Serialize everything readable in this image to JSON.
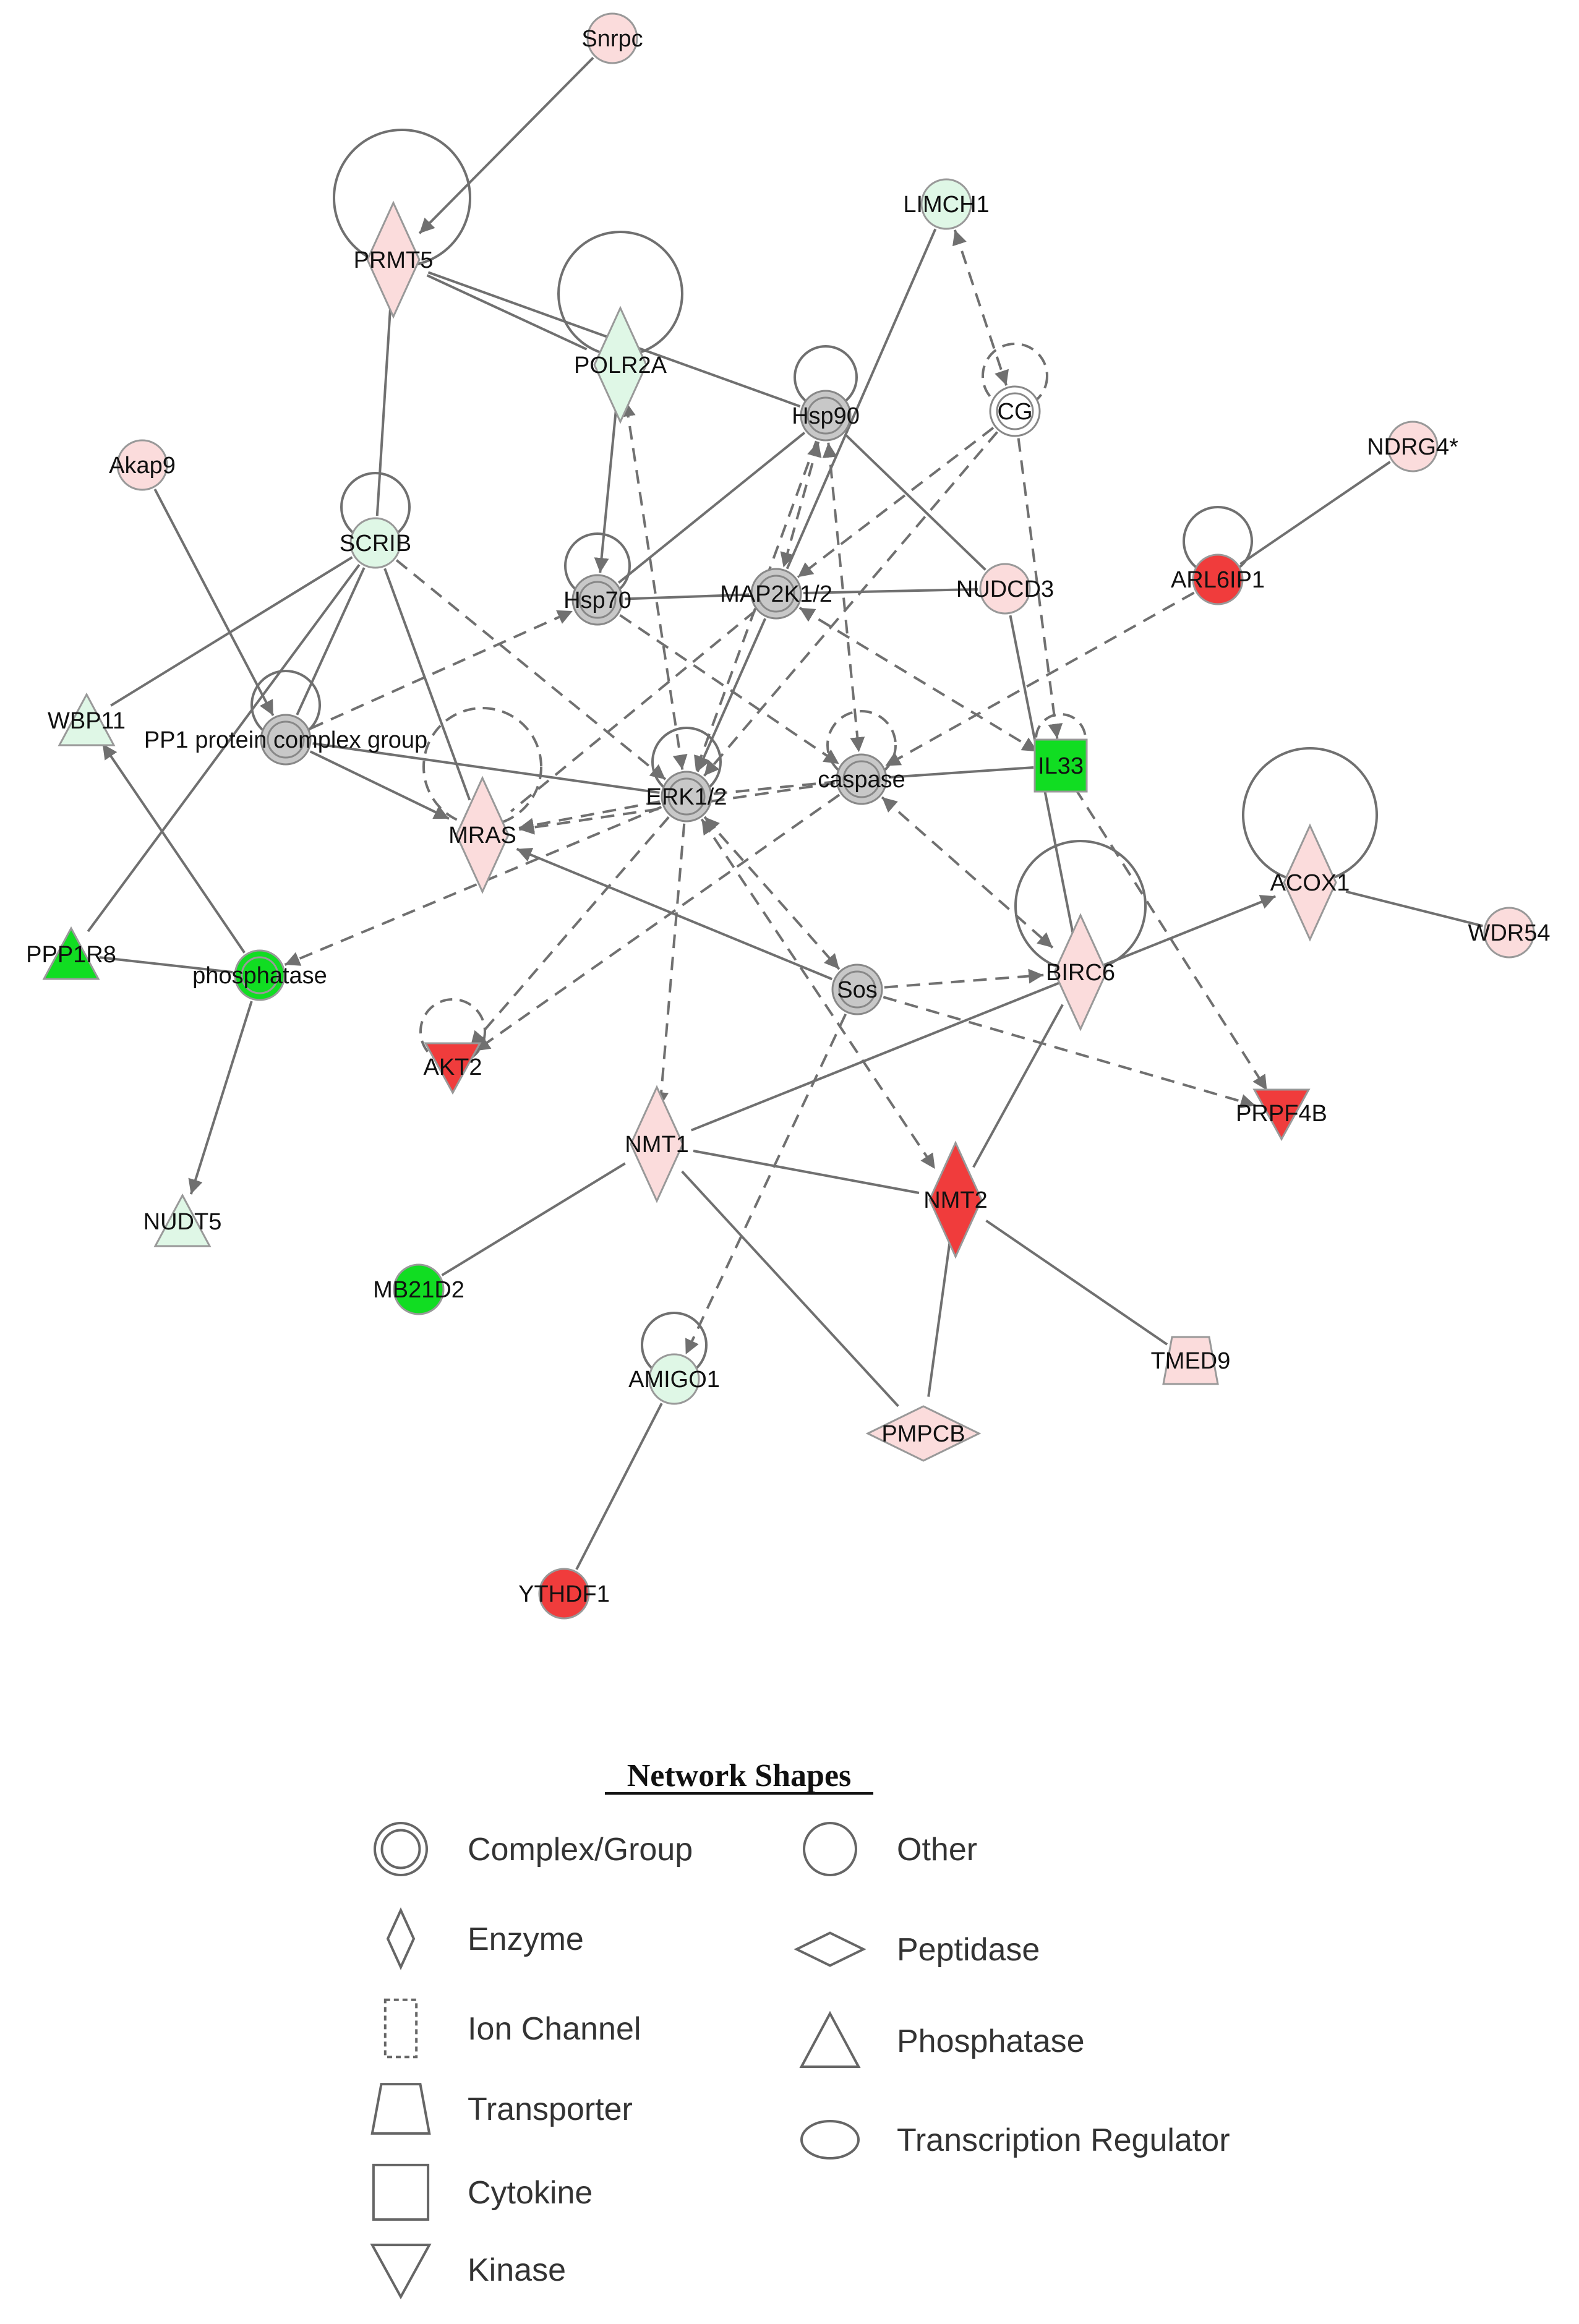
{
  "colors": {
    "red": "#f03c3c",
    "pink": "#fbdcdc",
    "light_green": "#dff7e6",
    "green": "#11dd22",
    "grey": "#c8c8c8",
    "white": "#ffffff",
    "line": "#707070"
  },
  "nodes": [
    {
      "id": "snrpc",
      "label": "Snrpc",
      "shape": "circle",
      "color": "pink"
    },
    {
      "id": "prmt5",
      "label": "PRMT5",
      "shape": "diamond",
      "color": "pink"
    },
    {
      "id": "limch1",
      "label": "LIMCH1",
      "shape": "circle",
      "color": "light_green"
    },
    {
      "id": "polr2a",
      "label": "POLR2A",
      "shape": "diamond",
      "color": "light_green"
    },
    {
      "id": "hsp90",
      "label": "Hsp90",
      "shape": "complex",
      "color": "grey"
    },
    {
      "id": "cg",
      "label": "CG",
      "shape": "complex",
      "color": "white"
    },
    {
      "id": "ndrg4",
      "label": "NDRG4*",
      "shape": "circle",
      "color": "pink"
    },
    {
      "id": "akap9",
      "label": "Akap9",
      "shape": "circle",
      "color": "pink"
    },
    {
      "id": "scrib",
      "label": "SCRIB",
      "shape": "circle",
      "color": "light_green"
    },
    {
      "id": "hsp70",
      "label": "Hsp70",
      "shape": "complex",
      "color": "grey"
    },
    {
      "id": "map2k12",
      "label": "MAP2K1/2",
      "shape": "complex",
      "color": "grey"
    },
    {
      "id": "nudcd3",
      "label": "NUDCD3",
      "shape": "circle",
      "color": "pink"
    },
    {
      "id": "arl6ip1",
      "label": "ARL6IP1",
      "shape": "circle",
      "color": "red"
    },
    {
      "id": "wbp11",
      "label": "WBP11",
      "shape": "triangle",
      "color": "light_green"
    },
    {
      "id": "pp1",
      "label": "PP1 protein complex group",
      "shape": "complex",
      "color": "grey"
    },
    {
      "id": "erk12",
      "label": "ERK1/2",
      "shape": "complex",
      "color": "grey"
    },
    {
      "id": "caspase",
      "label": "caspase",
      "shape": "complex",
      "color": "grey"
    },
    {
      "id": "il33",
      "label": "IL33",
      "shape": "square",
      "color": "green"
    },
    {
      "id": "mras",
      "label": "MRAS",
      "shape": "diamond",
      "color": "pink"
    },
    {
      "id": "acox1",
      "label": "ACOX1",
      "shape": "diamond",
      "color": "pink"
    },
    {
      "id": "wdr54",
      "label": "WDR54",
      "shape": "circle",
      "color": "pink"
    },
    {
      "id": "ppp1r8",
      "label": "PPP1R8",
      "shape": "triangle",
      "color": "green"
    },
    {
      "id": "phosphatase",
      "label": "phosphatase",
      "shape": "complex",
      "color": "green"
    },
    {
      "id": "birc6",
      "label": "BIRC6",
      "shape": "diamond",
      "color": "pink"
    },
    {
      "id": "sos",
      "label": "Sos",
      "shape": "complex",
      "color": "grey"
    },
    {
      "id": "akt2",
      "label": "AKT2",
      "shape": "invtriangle",
      "color": "red"
    },
    {
      "id": "prpf4b",
      "label": "PRPF4B",
      "shape": "invtriangle",
      "color": "red"
    },
    {
      "id": "nmt1",
      "label": "NMT1",
      "shape": "diamond",
      "color": "pink"
    },
    {
      "id": "nmt2",
      "label": "NMT2",
      "shape": "diamond",
      "color": "red"
    },
    {
      "id": "nudt5",
      "label": "NUDT5",
      "shape": "triangle",
      "color": "light_green"
    },
    {
      "id": "mb21d2",
      "label": "MB21D2",
      "shape": "circle",
      "color": "green"
    },
    {
      "id": "amigo1",
      "label": "AMIGO1",
      "shape": "circle",
      "color": "light_green"
    },
    {
      "id": "tmed9",
      "label": "TMED9",
      "shape": "trapezoid",
      "color": "pink"
    },
    {
      "id": "pmpcb",
      "label": "PMPCB",
      "shape": "hdiamond",
      "color": "pink"
    },
    {
      "id": "ythdf1",
      "label": "YTHDF1",
      "shape": "circle",
      "color": "red"
    }
  ],
  "edges": [
    {
      "from": "snrpc",
      "to": "prmt5",
      "style": "solid",
      "arrow": true
    },
    {
      "from": "prmt5",
      "to": "polr2a",
      "style": "solid",
      "arrow": false
    },
    {
      "from": "prmt5",
      "to": "hsp90",
      "style": "solid",
      "arrow": false
    },
    {
      "from": "prmt5",
      "to": "scrib",
      "style": "solid",
      "arrow": false
    },
    {
      "from": "limch1",
      "to": "map2k12",
      "style": "solid",
      "arrow": false
    },
    {
      "from": "limch1",
      "to": "cg",
      "style": "dashed",
      "arrow": "both"
    },
    {
      "from": "polr2a",
      "to": "hsp70",
      "style": "solid",
      "arrow": true
    },
    {
      "from": "hsp90",
      "to": "hsp70",
      "style": "solid",
      "arrow": false
    },
    {
      "from": "hsp90",
      "to": "nudcd3",
      "style": "solid",
      "arrow": false
    },
    {
      "from": "hsp90",
      "to": "map2k12",
      "style": "dashed",
      "arrow": "both"
    },
    {
      "from": "hsp90",
      "to": "erk12",
      "style": "dashed",
      "arrow": true
    },
    {
      "from": "hsp90",
      "to": "caspase",
      "style": "dashed",
      "arrow": "both"
    },
    {
      "from": "cg",
      "to": "map2k12",
      "style": "dashed",
      "arrow": true
    },
    {
      "from": "cg",
      "to": "erk12",
      "style": "dashed",
      "arrow": true
    },
    {
      "from": "cg",
      "to": "il33",
      "style": "dashed",
      "arrow": true
    },
    {
      "from": "ndrg4",
      "to": "arl6ip1",
      "style": "solid",
      "arrow": false
    },
    {
      "from": "akap9",
      "to": "pp1",
      "style": "solid",
      "arrow": true
    },
    {
      "from": "scrib",
      "to": "wbp11",
      "style": "solid",
      "arrow": false
    },
    {
      "from": "scrib",
      "to": "pp1",
      "style": "solid",
      "arrow": false
    },
    {
      "from": "scrib",
      "to": "mras",
      "style": "solid",
      "arrow": false
    },
    {
      "from": "scrib",
      "to": "erk12",
      "style": "dashed",
      "arrow": true
    },
    {
      "from": "scrib",
      "to": "ppp1r8",
      "style": "solid",
      "arrow": false
    },
    {
      "from": "hsp70",
      "to": "map2k12",
      "style": "solid",
      "arrow": false
    },
    {
      "from": "hsp70",
      "to": "caspase",
      "style": "dashed",
      "arrow": true
    },
    {
      "from": "map2k12",
      "to": "nudcd3",
      "style": "solid",
      "arrow": false
    },
    {
      "from": "map2k12",
      "to": "erk12",
      "style": "solid",
      "arrow": true
    },
    {
      "from": "map2k12",
      "to": "il33",
      "style": "dashed",
      "arrow": "both"
    },
    {
      "from": "map2k12",
      "to": "mras",
      "style": "dashed",
      "arrow": false
    },
    {
      "from": "arl6ip1",
      "to": "caspase",
      "style": "dashed",
      "arrow": true
    },
    {
      "from": "pp1",
      "to": "erk12",
      "style": "solid",
      "arrow": false
    },
    {
      "from": "pp1",
      "to": "hsp70",
      "style": "dashed",
      "arrow": true
    },
    {
      "from": "pp1",
      "to": "mras",
      "style": "solid",
      "arrow": true
    },
    {
      "from": "erk12",
      "to": "polr2a",
      "style": "dashed",
      "arrow": "both"
    },
    {
      "from": "erk12",
      "to": "caspase",
      "style": "dashed",
      "arrow": false
    },
    {
      "from": "erk12",
      "to": "sos",
      "style": "dashed",
      "arrow": "both"
    },
    {
      "from": "erk12",
      "to": "nmt2",
      "style": "dashed",
      "arrow": "both"
    },
    {
      "from": "erk12",
      "to": "mras",
      "style": "dashed",
      "arrow": true
    },
    {
      "from": "erk12",
      "to": "phosphatase",
      "style": "dashed",
      "arrow": true
    },
    {
      "from": "erk12",
      "to": "akt2",
      "style": "dashed",
      "arrow": true
    },
    {
      "from": "erk12",
      "to": "nmt1",
      "style": "dashed",
      "arrow": true
    },
    {
      "from": "caspase",
      "to": "il33",
      "style": "solid",
      "arrow": false
    },
    {
      "from": "caspase",
      "to": "birc6",
      "style": "dashed",
      "arrow": "both"
    },
    {
      "from": "caspase",
      "to": "mras",
      "style": "dashed",
      "arrow": true
    },
    {
      "from": "caspase",
      "to": "akt2",
      "style": "dashed",
      "arrow": true
    },
    {
      "from": "il33",
      "to": "prpf4b",
      "style": "dashed",
      "arrow": true
    },
    {
      "from": "nudcd3",
      "to": "birc6",
      "style": "solid",
      "arrow": false
    },
    {
      "from": "acox1",
      "to": "wdr54",
      "style": "solid",
      "arrow": false
    },
    {
      "from": "nmt1",
      "to": "acox1",
      "style": "solid",
      "arrow": true
    },
    {
      "from": "ppp1r8",
      "to": "phosphatase",
      "style": "solid",
      "arrow": false
    },
    {
      "from": "phosphatase",
      "to": "wbp11",
      "style": "solid",
      "arrow": true
    },
    {
      "from": "phosphatase",
      "to": "nudt5",
      "style": "solid",
      "arrow": true
    },
    {
      "from": "birc6",
      "to": "nmt2",
      "style": "solid",
      "arrow": false
    },
    {
      "from": "sos",
      "to": "birc6",
      "style": "dashed",
      "arrow": true
    },
    {
      "from": "sos",
      "to": "prpf4b",
      "style": "dashed",
      "arrow": true
    },
    {
      "from": "sos",
      "to": "amigo1",
      "style": "dashed",
      "arrow": true
    },
    {
      "from": "sos",
      "to": "mras",
      "style": "solid",
      "arrow": true
    },
    {
      "from": "nmt1",
      "to": "nmt2",
      "style": "solid",
      "arrow": false
    },
    {
      "from": "nmt1",
      "to": "mb21d2",
      "style": "solid",
      "arrow": false
    },
    {
      "from": "nmt1",
      "to": "pmpcb",
      "style": "solid",
      "arrow": false
    },
    {
      "from": "nmt2",
      "to": "tmed9",
      "style": "solid",
      "arrow": false
    },
    {
      "from": "nmt2",
      "to": "pmpcb",
      "style": "solid",
      "arrow": false
    },
    {
      "from": "amigo1",
      "to": "ythdf1",
      "style": "solid",
      "arrow": false
    }
  ],
  "self_loops": [
    {
      "node": "prmt5",
      "style": "solid"
    },
    {
      "node": "polr2a",
      "style": "solid"
    },
    {
      "node": "hsp90",
      "style": "solid"
    },
    {
      "node": "cg",
      "style": "dashed"
    },
    {
      "node": "scrib",
      "style": "solid"
    },
    {
      "node": "hsp70",
      "style": "solid"
    },
    {
      "node": "arl6ip1",
      "style": "solid"
    },
    {
      "node": "pp1",
      "style": "solid"
    },
    {
      "node": "erk12",
      "style": "solid"
    },
    {
      "node": "caspase",
      "style": "dashed"
    },
    {
      "node": "il33",
      "style": "dashed"
    },
    {
      "node": "mras",
      "style": "dashed"
    },
    {
      "node": "acox1",
      "style": "solid"
    },
    {
      "node": "birc6",
      "style": "solid"
    },
    {
      "node": "akt2",
      "style": "dashed"
    },
    {
      "node": "amigo1",
      "style": "solid"
    }
  ],
  "legend": {
    "title": "Network Shapes",
    "items": [
      {
        "label": "Complex/Group",
        "shape": "complex"
      },
      {
        "label": "Enzyme",
        "shape": "diamond"
      },
      {
        "label": "Ion Channel",
        "shape": "ionchannel"
      },
      {
        "label": "Transporter",
        "shape": "trapezoid"
      },
      {
        "label": "Cytokine",
        "shape": "square"
      },
      {
        "label": "Kinase",
        "shape": "invtriangle"
      },
      {
        "label": "Other",
        "shape": "circle"
      },
      {
        "label": "Peptidase",
        "shape": "hdiamond"
      },
      {
        "label": "Phosphatase",
        "shape": "triangle"
      },
      {
        "label": "Transcription Regulator",
        "shape": "ellipse"
      }
    ]
  }
}
